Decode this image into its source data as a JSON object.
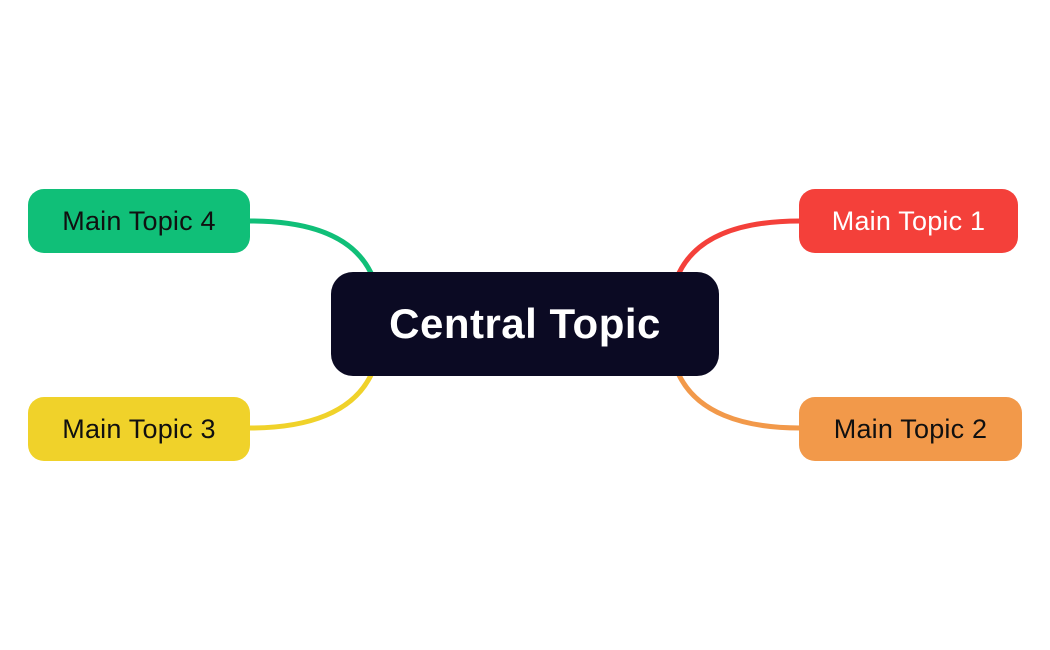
{
  "canvas": {
    "background_color": "#ffffff"
  },
  "mindmap": {
    "central": {
      "label": "Central Topic",
      "bg_color": "#0b0a23",
      "text_color": "#ffffff"
    },
    "topics": [
      {
        "id": "main-topic-1",
        "label": "Main Topic 1",
        "position": "top-right",
        "bg_color": "#f4403a",
        "text_color": "#ffffff",
        "branch_color": "#f4403a"
      },
      {
        "id": "main-topic-2",
        "label": "Main Topic 2",
        "position": "bottom-right",
        "bg_color": "#f2994a",
        "text_color": "#101010",
        "branch_color": "#f2994a"
      },
      {
        "id": "main-topic-3",
        "label": "Main Topic 3",
        "position": "bottom-left",
        "bg_color": "#f0d22a",
        "text_color": "#101010",
        "branch_color": "#f0d22a"
      },
      {
        "id": "main-topic-4",
        "label": "Main Topic 4",
        "position": "top-left",
        "bg_color": "#10bf78",
        "text_color": "#101010",
        "branch_color": "#10bf78"
      }
    ]
  }
}
